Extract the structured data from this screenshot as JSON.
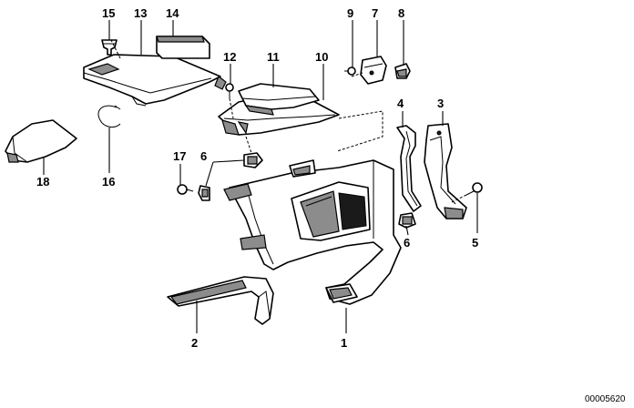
{
  "callouts": [
    "1",
    "2",
    "3",
    "4",
    "5",
    "6",
    "6",
    "7",
    "8",
    "9",
    "10",
    "11",
    "12",
    "13",
    "14",
    "15",
    "16",
    "17",
    "18"
  ],
  "document_number": "00005620",
  "colors": {
    "ink": "#000000",
    "paper": "#ffffff",
    "shade": "#8c8c8c"
  }
}
